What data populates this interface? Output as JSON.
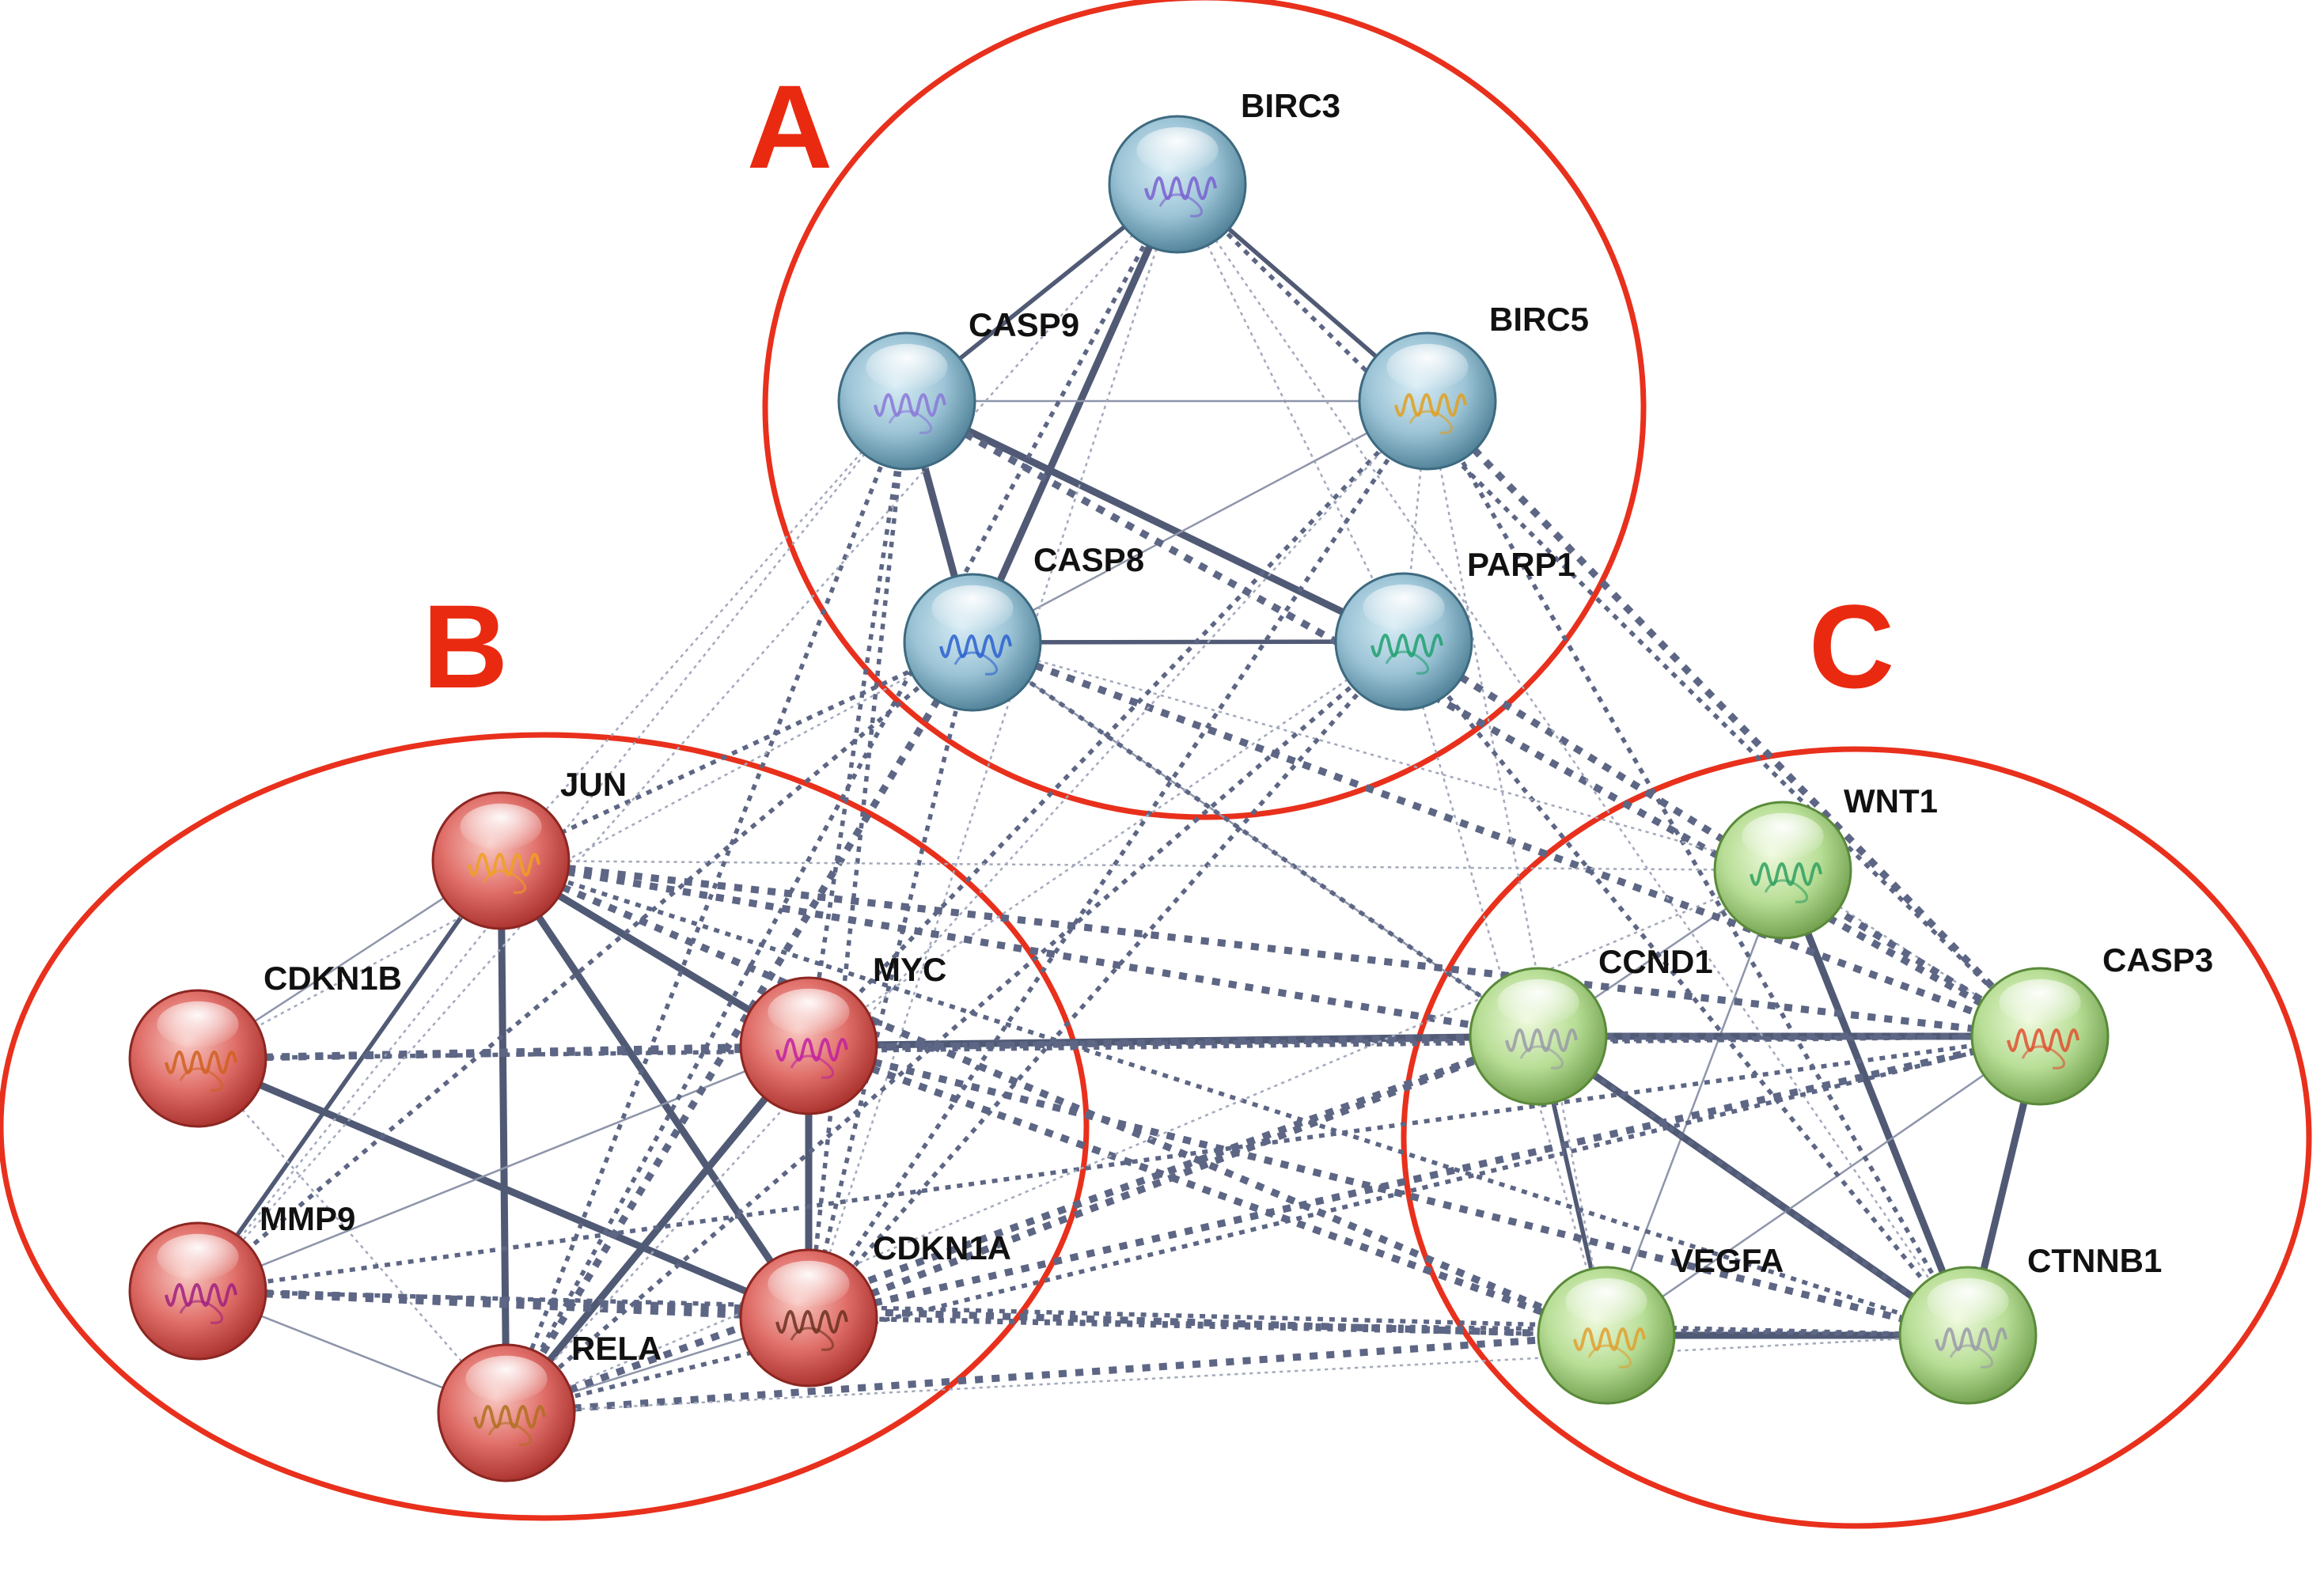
{
  "clusters": [
    {
      "id": "A",
      "label": "A",
      "border_color": "#e8301c"
    },
    {
      "id": "B",
      "label": "B",
      "border_color": "#e8301c"
    },
    {
      "id": "C",
      "label": "C",
      "border_color": "#e8301c"
    }
  ],
  "node_colors": {
    "A": {
      "light": "#d7ecf5",
      "mid": "#9cc4d6",
      "dark": "#4d7f96",
      "stroke": "#3e6a80"
    },
    "B": {
      "light": "#f9c8c2",
      "mid": "#e06e68",
      "dark": "#a8302c",
      "stroke": "#8c2622"
    },
    "C": {
      "light": "#eef9dc",
      "mid": "#b8de96",
      "dark": "#6f9e4c",
      "stroke": "#5a8a3a"
    }
  },
  "nodes": [
    {
      "id": "BIRC3",
      "label": "BIRC3",
      "cluster": "A",
      "structure_color": "#7a5fd0"
    },
    {
      "id": "CASP9",
      "label": "CASP9",
      "cluster": "A",
      "structure_color": "#8a78d8"
    },
    {
      "id": "BIRC5",
      "label": "BIRC5",
      "cluster": "A",
      "structure_color": "#e0a020"
    },
    {
      "id": "CASP8",
      "label": "CASP8",
      "cluster": "A",
      "structure_color": "#2a60d0"
    },
    {
      "id": "PARP1",
      "label": "PARP1",
      "cluster": "A",
      "structure_color": "#20a070"
    },
    {
      "id": "JUN",
      "label": "JUN",
      "cluster": "B",
      "structure_color": "#f0a020"
    },
    {
      "id": "CDKN1B",
      "label": "CDKN1B",
      "cluster": "B",
      "structure_color": "#d06020"
    },
    {
      "id": "MYC",
      "label": "MYC",
      "cluster": "B",
      "structure_color": "#c020a0"
    },
    {
      "id": "MMP9",
      "label": "MMP9",
      "cluster": "B",
      "structure_color": "#a02080"
    },
    {
      "id": "CDKN1A",
      "label": "CDKN1A",
      "cluster": "B",
      "structure_color": "#6a3020"
    },
    {
      "id": "RELA",
      "label": "RELA",
      "cluster": "B",
      "structure_color": "#b07020"
    },
    {
      "id": "WNT1",
      "label": "WNT1",
      "cluster": "C",
      "structure_color": "#30a060"
    },
    {
      "id": "CCND1",
      "label": "CCND1",
      "cluster": "C",
      "structure_color": "#9a9aa8"
    },
    {
      "id": "CASP3",
      "label": "CASP3",
      "cluster": "C",
      "structure_color": "#e05030"
    },
    {
      "id": "VEGFA",
      "label": "VEGFA",
      "cluster": "C",
      "structure_color": "#e0a030"
    },
    {
      "id": "CTNNB1",
      "label": "CTNNB1",
      "cluster": "C",
      "structure_color": "#9a9aa8"
    }
  ],
  "edge_styles": {
    "solid": "#505a75",
    "solid_light": "#8e95aa",
    "dashed": "#5d6684",
    "dashed_light": "#a3a9bc"
  },
  "edges": [
    {
      "source": "BIRC3",
      "target": "CASP9",
      "style": "solid",
      "strength": 2
    },
    {
      "source": "BIRC3",
      "target": "BIRC5",
      "style": "solid",
      "strength": 2
    },
    {
      "source": "BIRC3",
      "target": "CASP8",
      "style": "solid",
      "strength": 3
    },
    {
      "source": "BIRC3",
      "target": "PARP1",
      "style": "dashed",
      "strength": 1
    },
    {
      "source": "CASP9",
      "target": "BIRC5",
      "style": "solid",
      "strength": 1
    },
    {
      "source": "CASP9",
      "target": "CASP8",
      "style": "solid",
      "strength": 3
    },
    {
      "source": "CASP9",
      "target": "PARP1",
      "style": "solid",
      "strength": 3
    },
    {
      "source": "BIRC5",
      "target": "CASP8",
      "style": "solid",
      "strength": 1
    },
    {
      "source": "BIRC5",
      "target": "PARP1",
      "style": "dashed",
      "strength": 1
    },
    {
      "source": "CASP8",
      "target": "PARP1",
      "style": "solid",
      "strength": 2
    },
    {
      "source": "JUN",
      "target": "CDKN1B",
      "style": "solid",
      "strength": 1
    },
    {
      "source": "JUN",
      "target": "MYC",
      "style": "solid",
      "strength": 3
    },
    {
      "source": "JUN",
      "target": "MMP9",
      "style": "solid",
      "strength": 2
    },
    {
      "source": "JUN",
      "target": "RELA",
      "style": "solid",
      "strength": 3
    },
    {
      "source": "JUN",
      "target": "CDKN1A",
      "style": "solid",
      "strength": 3
    },
    {
      "source": "CDKN1B",
      "target": "MYC",
      "style": "dashed",
      "strength": 3
    },
    {
      "source": "CDKN1B",
      "target": "CDKN1A",
      "style": "solid",
      "strength": 3
    },
    {
      "source": "CDKN1B",
      "target": "RELA",
      "style": "dashed",
      "strength": 1
    },
    {
      "source": "MYC",
      "target": "MMP9",
      "style": "solid",
      "strength": 1
    },
    {
      "source": "MYC",
      "target": "CDKN1A",
      "style": "solid",
      "strength": 3
    },
    {
      "source": "MYC",
      "target": "RELA",
      "style": "solid",
      "strength": 3
    },
    {
      "source": "MMP9",
      "target": "RELA",
      "style": "solid",
      "strength": 1
    },
    {
      "source": "MMP9",
      "target": "CDKN1A",
      "style": "dashed",
      "strength": 3
    },
    {
      "source": "RELA",
      "target": "CDKN1A",
      "style": "solid",
      "strength": 1
    },
    {
      "source": "WNT1",
      "target": "CCND1",
      "style": "solid",
      "strength": 1
    },
    {
      "source": "WNT1",
      "target": "CASP3",
      "style": "dashed",
      "strength": 1
    },
    {
      "source": "WNT1",
      "target": "VEGFA",
      "style": "solid",
      "strength": 1
    },
    {
      "source": "WNT1",
      "target": "CTNNB1",
      "style": "solid",
      "strength": 3
    },
    {
      "source": "CCND1",
      "target": "CASP3",
      "style": "solid",
      "strength": 3
    },
    {
      "source": "CCND1",
      "target": "VEGFA",
      "style": "solid",
      "strength": 2
    },
    {
      "source": "CCND1",
      "target": "CTNNB1",
      "style": "solid",
      "strength": 3
    },
    {
      "source": "CASP3",
      "target": "VEGFA",
      "style": "solid",
      "strength": 1
    },
    {
      "source": "CASP3",
      "target": "CTNNB1",
      "style": "solid",
      "strength": 3
    },
    {
      "source": "VEGFA",
      "target": "CTNNB1",
      "style": "solid",
      "strength": 3
    },
    {
      "source": "MYC",
      "target": "CCND1",
      "style": "solid",
      "strength": 3
    },
    {
      "source": "CDKN1B",
      "target": "CCND1",
      "style": "dashed",
      "strength": 3
    },
    {
      "source": "CCND1",
      "target": "CASP3",
      "style": "dashed",
      "strength": 3
    },
    {
      "source": "CASP8",
      "target": "CASP3",
      "style": "dashed",
      "strength": 3
    },
    {
      "source": "CASP9",
      "target": "CASP3",
      "style": "dashed",
      "strength": 3
    },
    {
      "source": "PARP1",
      "target": "CASP3",
      "style": "dashed",
      "strength": 3
    },
    {
      "source": "BIRC5",
      "target": "CASP3",
      "style": "dashed",
      "strength": 3
    },
    {
      "source": "BIRC3",
      "target": "CASP3",
      "style": "dashed",
      "strength": 2
    },
    {
      "source": "BIRC5",
      "target": "CTNNB1",
      "style": "dashed",
      "strength": 2
    },
    {
      "source": "BIRC5",
      "target": "VEGFA",
      "style": "dashed",
      "strength": 1
    },
    {
      "source": "BIRC3",
      "target": "CTNNB1",
      "style": "dashed",
      "strength": 1
    },
    {
      "source": "PARP1",
      "target": "CTNNB1",
      "style": "dashed",
      "strength": 2
    },
    {
      "source": "PARP1",
      "target": "VEGFA",
      "style": "dashed",
      "strength": 1
    },
    {
      "source": "CASP8",
      "target": "CCND1",
      "style": "solid",
      "strength": 1
    },
    {
      "source": "CASP8",
      "target": "CTNNB1",
      "style": "dashed",
      "strength": 2
    },
    {
      "source": "CASP8",
      "target": "WNT1",
      "style": "dashed",
      "strength": 1
    },
    {
      "source": "CASP9",
      "target": "JUN",
      "style": "dashed",
      "strength": 1
    },
    {
      "source": "CASP9",
      "target": "MYC",
      "style": "dashed",
      "strength": 2
    },
    {
      "source": "CASP9",
      "target": "RELA",
      "style": "dashed",
      "strength": 2
    },
    {
      "source": "CASP9",
      "target": "CDKN1A",
      "style": "dashed",
      "strength": 2
    },
    {
      "source": "CASP9",
      "target": "MMP9",
      "style": "dashed",
      "strength": 1
    },
    {
      "source": "CASP8",
      "target": "RELA",
      "style": "dashed",
      "strength": 3
    },
    {
      "source": "CASP8",
      "target": "MMP9",
      "style": "dashed",
      "strength": 2
    },
    {
      "source": "CASP8",
      "target": "JUN",
      "style": "dashed",
      "strength": 2
    },
    {
      "source": "CASP8",
      "target": "CDKN1A",
      "style": "dashed",
      "strength": 2
    },
    {
      "source": "CASP8",
      "target": "CDKN1B",
      "style": "dashed",
      "strength": 1
    },
    {
      "source": "BIRC3",
      "target": "RELA",
      "style": "dashed",
      "strength": 2
    },
    {
      "source": "BIRC3",
      "target": "MMP9",
      "style": "dashed",
      "strength": 1
    },
    {
      "source": "BIRC3",
      "target": "CDKN1A",
      "style": "dashed",
      "strength": 1
    },
    {
      "source": "BIRC5",
      "target": "MYC",
      "style": "dashed",
      "strength": 2
    },
    {
      "source": "BIRC5",
      "target": "CDKN1A",
      "style": "dashed",
      "strength": 2
    },
    {
      "source": "BIRC5",
      "target": "RELA",
      "style": "dashed",
      "strength": 1
    },
    {
      "source": "PARP1",
      "target": "RELA",
      "style": "dashed",
      "strength": 2
    },
    {
      "source": "PARP1",
      "target": "CDKN1A",
      "style": "dashed",
      "strength": 2
    },
    {
      "source": "PARP1",
      "target": "MYC",
      "style": "dashed",
      "strength": 1
    },
    {
      "source": "JUN",
      "target": "WNT1",
      "style": "dashed",
      "strength": 1
    },
    {
      "source": "JUN",
      "target": "CCND1",
      "style": "dashed",
      "strength": 3
    },
    {
      "source": "JUN",
      "target": "CASP3",
      "style": "dashed",
      "strength": 3
    },
    {
      "source": "JUN",
      "target": "VEGFA",
      "style": "dashed",
      "strength": 3
    },
    {
      "source": "JUN",
      "target": "CTNNB1",
      "style": "dashed",
      "strength": 2
    },
    {
      "source": "MYC",
      "target": "CASP3",
      "style": "dashed",
      "strength": 2
    },
    {
      "source": "MYC",
      "target": "VEGFA",
      "style": "dashed",
      "strength": 3
    },
    {
      "source": "MYC",
      "target": "CTNNB1",
      "style": "dashed",
      "strength": 3
    },
    {
      "source": "CDKN1B",
      "target": "CASP3",
      "style": "dashed",
      "strength": 2
    },
    {
      "source": "CDKN1A",
      "target": "CCND1",
      "style": "dashed",
      "strength": 3
    },
    {
      "source": "CDKN1A",
      "target": "CASP3",
      "style": "dashed",
      "strength": 3
    },
    {
      "source": "CDKN1A",
      "target": "VEGFA",
      "style": "dashed",
      "strength": 2
    },
    {
      "source": "CDKN1A",
      "target": "CTNNB1",
      "style": "dashed",
      "strength": 2
    },
    {
      "source": "MMP9",
      "target": "VEGFA",
      "style": "dashed",
      "strength": 3
    },
    {
      "source": "MMP9",
      "target": "CTNNB1",
      "style": "dashed",
      "strength": 2
    },
    {
      "source": "MMP9",
      "target": "CASP3",
      "style": "dashed",
      "strength": 2
    },
    {
      "source": "RELA",
      "target": "CCND1",
      "style": "dashed",
      "strength": 3
    },
    {
      "source": "RELA",
      "target": "VEGFA",
      "style": "dashed",
      "strength": 3
    },
    {
      "source": "RELA",
      "target": "CTNNB1",
      "style": "dashed",
      "strength": 1
    },
    {
      "source": "RELA",
      "target": "CASP3",
      "style": "dashed",
      "strength": 2
    },
    {
      "source": "RELA",
      "target": "WNT1",
      "style": "dashed",
      "strength": 1
    }
  ]
}
